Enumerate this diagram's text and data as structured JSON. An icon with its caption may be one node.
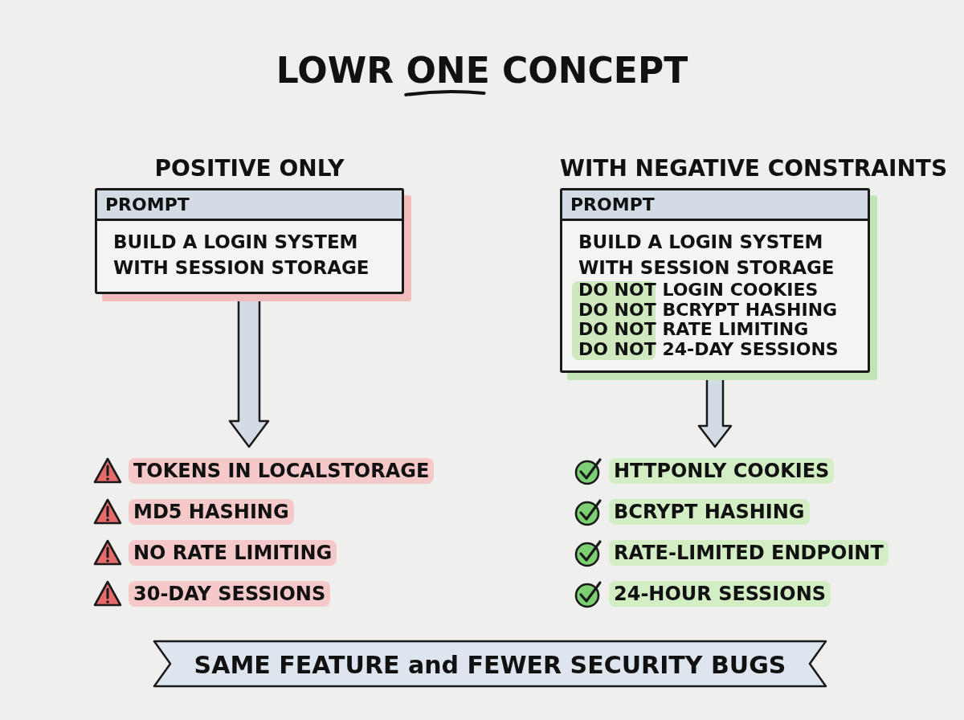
{
  "diagram": {
    "title": "LOWR ONE CONCEPT",
    "nodes": [
      {
        "text": [
          "POSITIVE ONLY",
          "PROMPT",
          "BUILD A LOGIN SYSTEM WITH SESSION STORAGE"
        ]
      },
      {
        "text": [
          "WITH NEGATIVE CONSTRAINTS",
          "PROMPT",
          "BUILD A LOGIN SYSTEM WITH SESSION STORAGE",
          "DO NOT LOGIN COOKIES",
          "DO NOT BCRYPT HASHING",
          "DO NOT RATE LIMITING",
          "DO NOT 24-DAY SESSIONS"
        ]
      },
      {
        "text": [
          "TOKENS IN LOCALSTORAGE",
          "MD5 HASHING",
          "NO RATE LIMITING",
          "30-DAY SESSIONS"
        ]
      },
      {
        "text": [
          "HTTPONLY COOKIES",
          "BCRYPT HASHING",
          "RATE-LIMITED ENDPOINT",
          "24-HOUR SESSIONS"
        ]
      },
      {
        "text": [
          "SAME FEATURE and FEWER SECURITY BUGS"
        ]
      }
    ],
    "edges": [
      {
        "from": 0,
        "to": 2,
        "arrow": "to"
      },
      {
        "from": 1,
        "to": 3,
        "arrow": "to"
      }
    ]
  }
}
